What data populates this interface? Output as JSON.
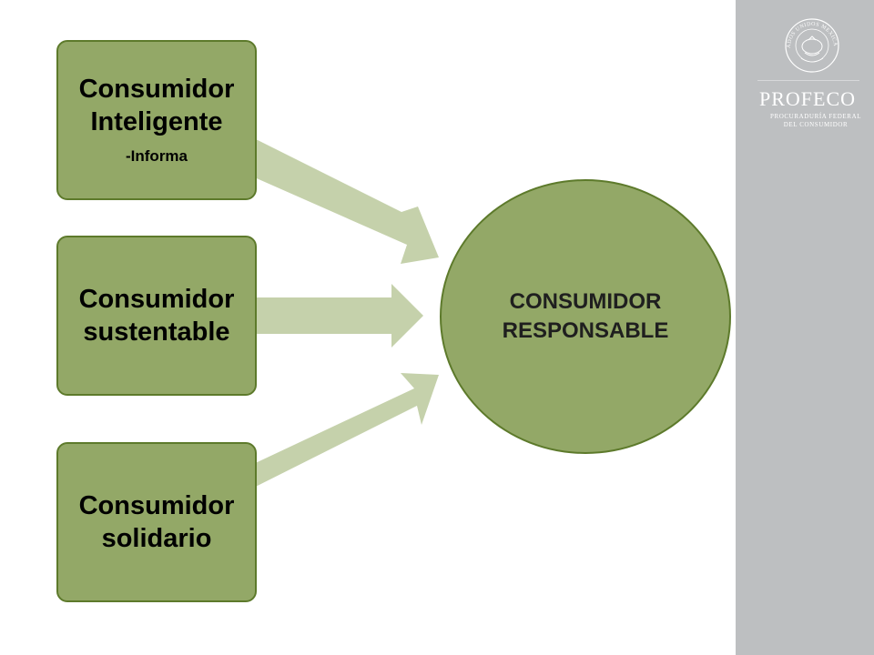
{
  "diagram": {
    "sources": [
      {
        "title_lines": [
          "Consumidor",
          "Inteligente"
        ],
        "subtitle": "-Informa"
      },
      {
        "title_lines": [
          "Consumidor",
          "sustentable"
        ],
        "subtitle": ""
      },
      {
        "title_lines": [
          "Consumidor",
          "solidario"
        ],
        "subtitle": ""
      }
    ],
    "target": {
      "lines": [
        "CONSUMIDOR",
        "RESPONSABLE"
      ]
    }
  },
  "branding": {
    "seal_text": "ESTADOS UNIDOS MEXICANOS",
    "name": "PROFECO",
    "subtitle_lines": [
      "PROCURADURÍA FEDERAL",
      "DEL CONSUMIDOR"
    ]
  },
  "colors": {
    "box_fill": "#93a867",
    "box_border": "#5d7a2b",
    "arrow_fill": "#c5d1ab",
    "sidebar": "#bdbfc1"
  }
}
